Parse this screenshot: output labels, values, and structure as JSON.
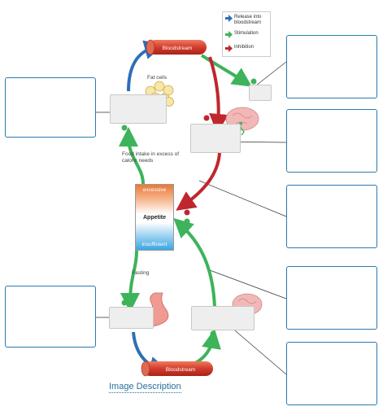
{
  "legend": {
    "release": "Release into bloodstream",
    "stimulation": "Stimulation",
    "inhibition": "Inhibition"
  },
  "labels": {
    "bloodstream_top": "Bloodstream",
    "bloodstream_bottom": "Bloodstream",
    "fat_cells": "Fat cells",
    "food_intake": "Food intake in excess of caloric needs",
    "fasting": "Fasting",
    "appetite_excessive": "excessive",
    "appetite_center": "Appetite",
    "appetite_insufficient": "insufficient"
  },
  "link": {
    "image_description": "Image Description"
  },
  "colors": {
    "release": "#2e6fb7",
    "stimulation": "#3db35a",
    "inhibition": "#c0262d",
    "box_border": "#2a7ab0"
  }
}
